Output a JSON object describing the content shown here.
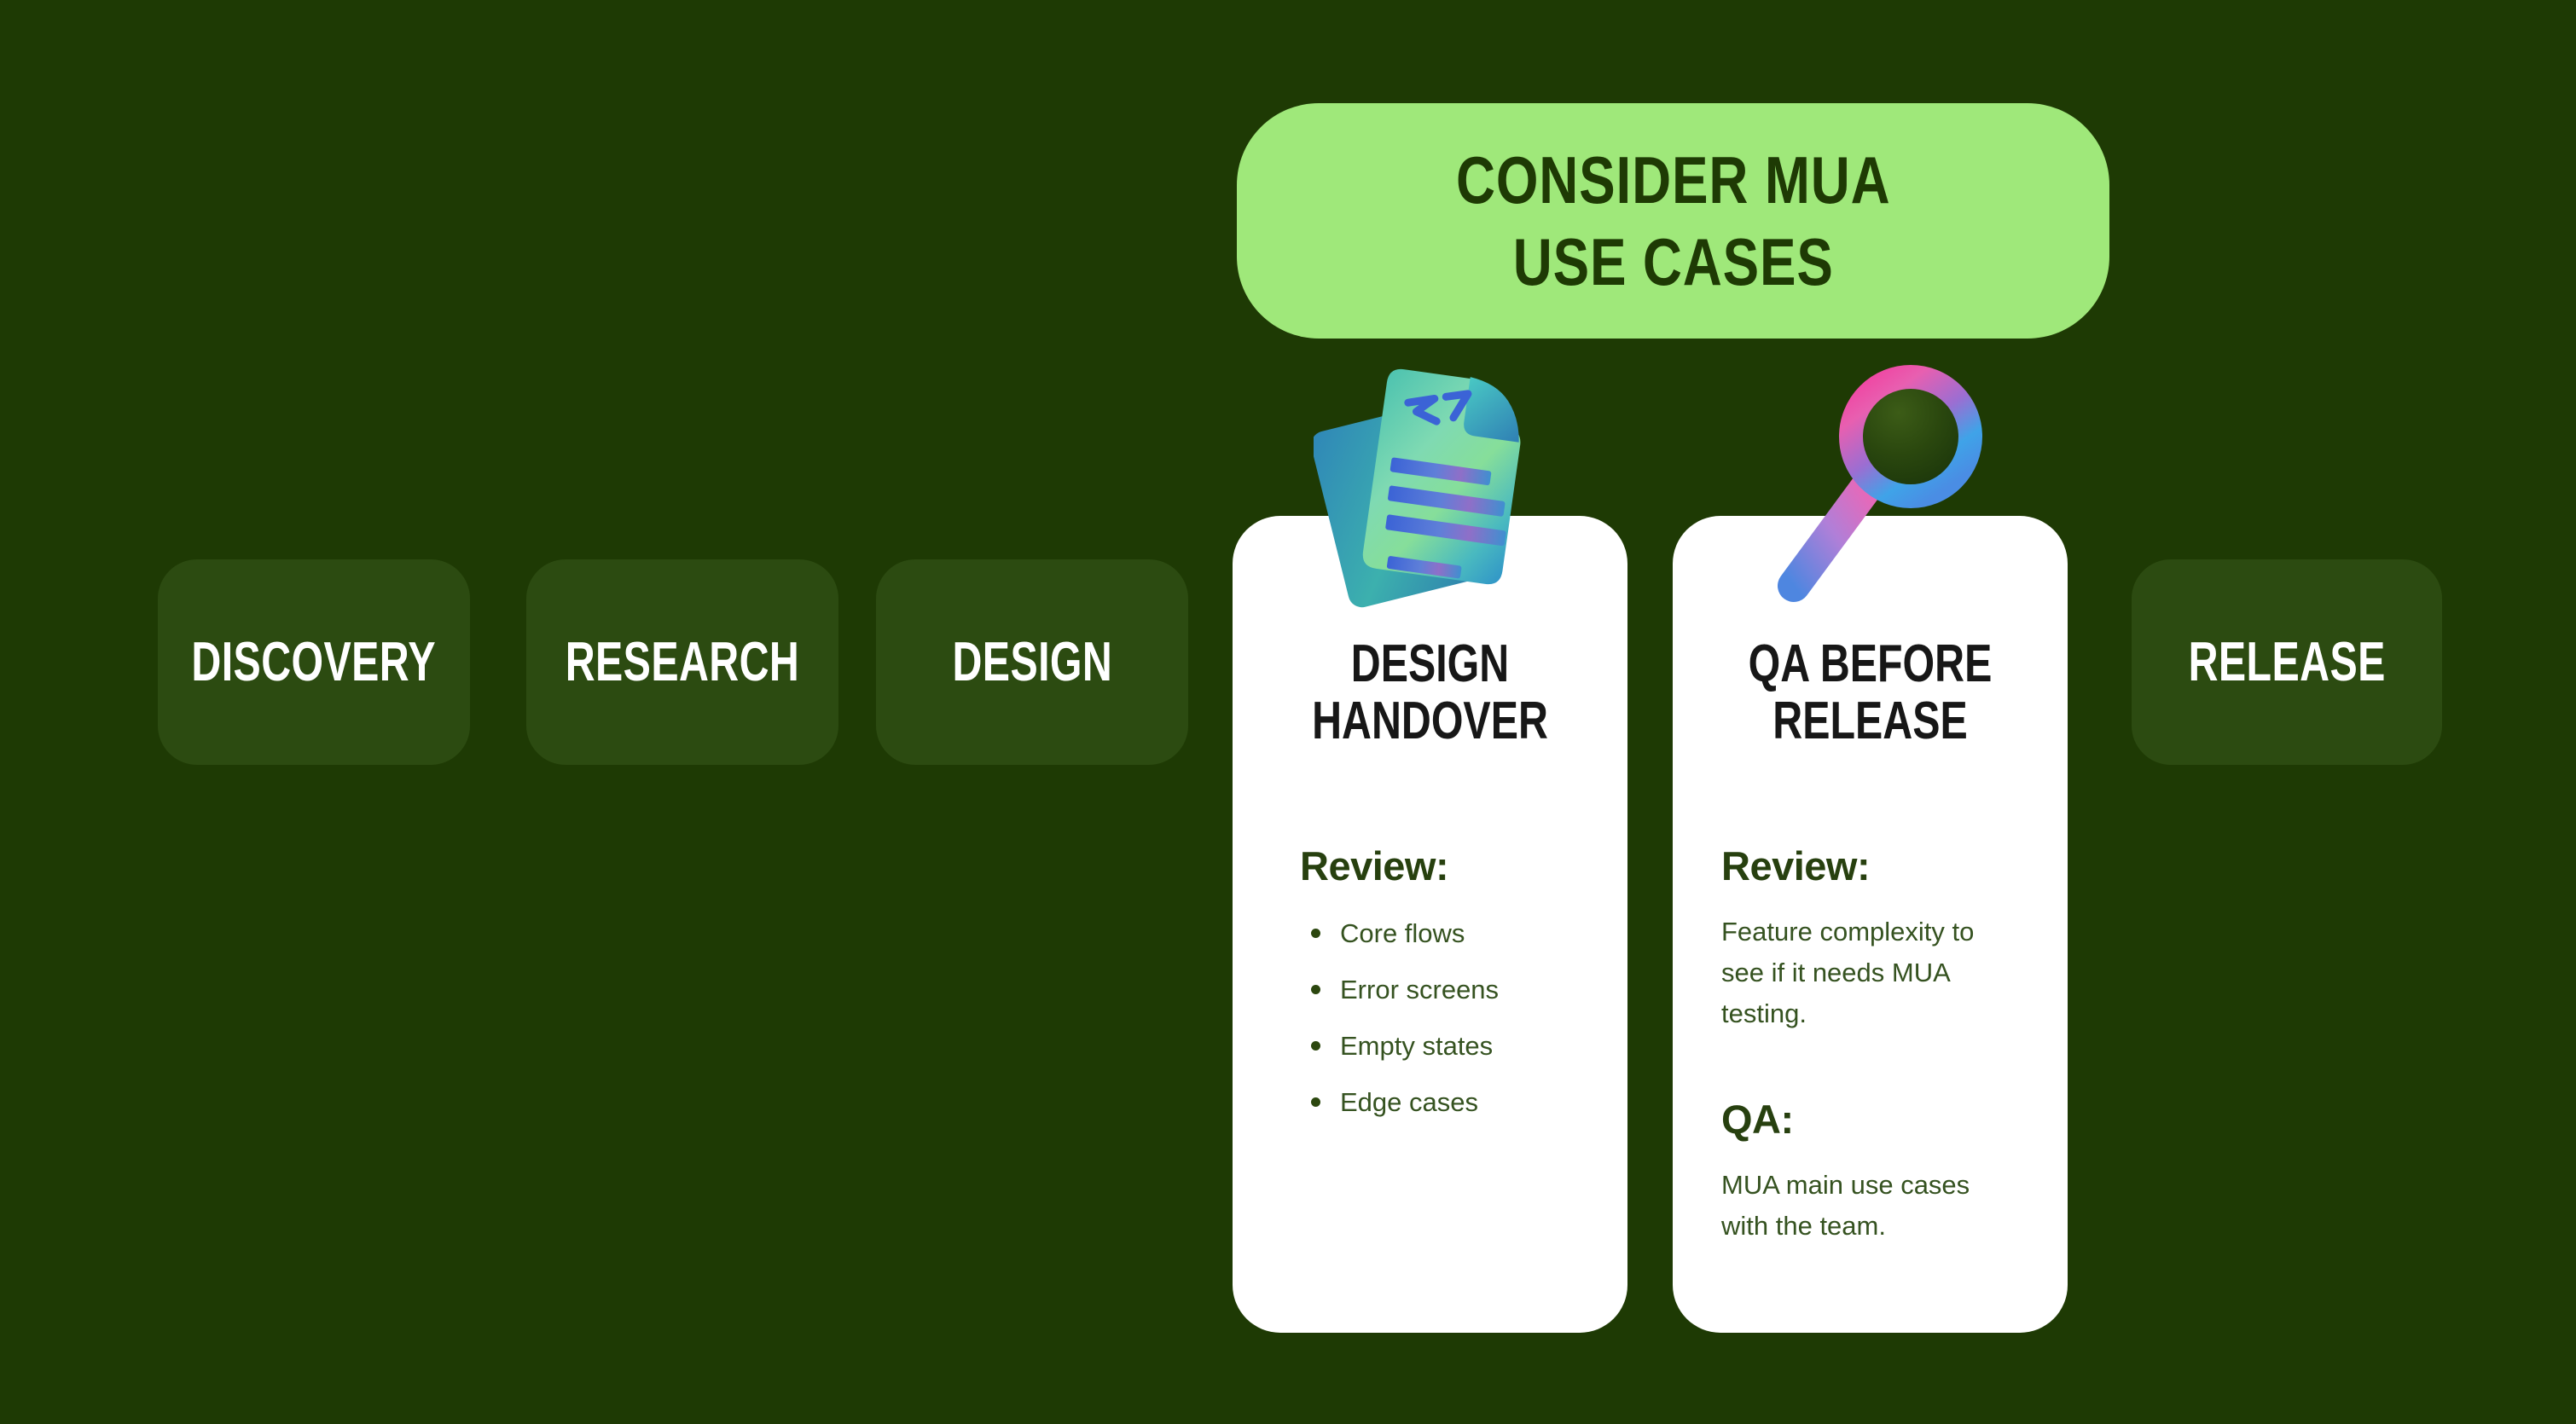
{
  "colors": {
    "background": "#1e3a04",
    "pill_background": "#2c4b11",
    "pill_text": "#ffffff",
    "banner_background": "#9fe87a",
    "banner_text": "#1e3a04",
    "card_background": "#ffffff",
    "card_title_text": "#171717",
    "heading_green": "#27400f",
    "body_green": "#355220",
    "doc_icon_teal": "#57c8b4",
    "doc_icon_green": "#86de9a",
    "doc_icon_blue": "#2f93c8",
    "magnifier_pink": "#f23e9e",
    "magnifier_blue": "#3fa3e8"
  },
  "banner": {
    "lines": [
      "CONSIDER MUA",
      "USE CASES"
    ]
  },
  "stages": [
    {
      "label": "DISCOVERY"
    },
    {
      "label": "RESEARCH"
    },
    {
      "label": "DESIGN"
    },
    {
      "label": "RELEASE"
    }
  ],
  "cards": [
    {
      "icon": "document-icon",
      "title_lines": [
        "DESIGN",
        "HANDOVER"
      ],
      "sections": [
        {
          "heading": "Review:",
          "bullets": [
            "Core flows",
            "Error screens",
            "Empty states",
            "Edge cases"
          ]
        }
      ]
    },
    {
      "icon": "magnifying-glass-icon",
      "title_lines": [
        "QA BEFORE",
        "RELEASE"
      ],
      "sections": [
        {
          "heading": "Review:",
          "lines": [
            "Feature complexity to",
            "see if it needs MUA",
            "testing."
          ]
        },
        {
          "heading": "QA:",
          "lines": [
            "MUA main use cases",
            "with the team."
          ]
        }
      ]
    }
  ]
}
